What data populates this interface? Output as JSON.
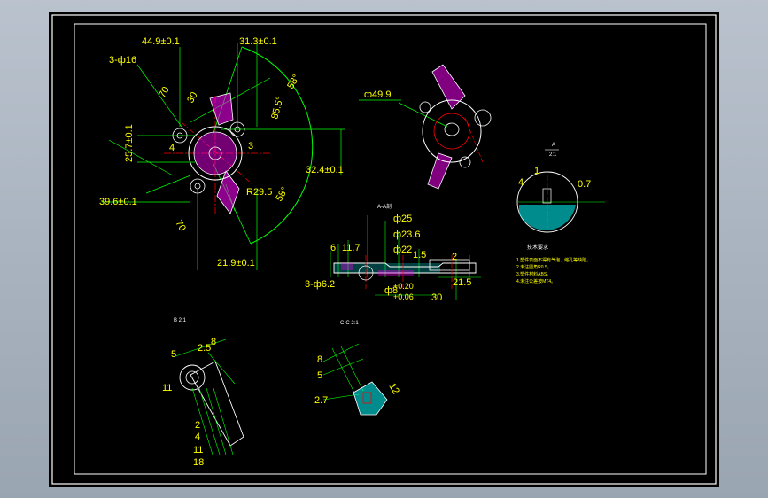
{
  "colors": {
    "background": "#000000",
    "frame": "#ffffff",
    "dimension": "#ffff00",
    "extension": "#00ff00",
    "centerline": "#ff0000",
    "hatch": "#ff00ff",
    "section_hatch": "#00ffff"
  },
  "main_view": {
    "dims": {
      "d1": "44.9±0.1",
      "d2": "31.3±0.1",
      "d3": "3-ф16",
      "d4": "70",
      "d5": "30",
      "d6": "85.5°",
      "d7": "58°",
      "d8": "4",
      "d9": "25.7±0.1",
      "d10": "3",
      "d11": "32.4±0.1",
      "d12": "R29.5",
      "d13": "39.6±0.1",
      "d14": "70",
      "d15": "58°",
      "d16": "21.9±0.1"
    }
  },
  "iso_view": {
    "dims": {
      "d1": "ф49.9"
    }
  },
  "section_view": {
    "title": "A-A剖",
    "dims": {
      "d1": "ф25",
      "d2": "ф23.6",
      "d3": "ф22",
      "d4": "6",
      "d5": "11.7",
      "d6": "1.5",
      "d7": "2",
      "d8": "3-ф6.2",
      "d9": "ф8",
      "d10": "+0.20",
      "d11": "+0.06",
      "d12": "21.5",
      "d13": "30"
    }
  },
  "detail_a": {
    "title": "A",
    "scale": "2:1",
    "dims": {
      "d1": "1",
      "d2": "4",
      "d3": "0.7"
    }
  },
  "tech_notes": {
    "title": "技术要求",
    "lines": [
      "1.塑件表面不得有气泡、缩孔等缺陷。",
      "2.未注圆角R0.5。",
      "3.塑件材料ABS。",
      "4.未注公差按MT4。"
    ]
  },
  "detail_b": {
    "title": "B 2:1",
    "dims": {
      "d1": "2.5",
      "d2": "8",
      "d3": "5",
      "d4": "11",
      "d5": "2",
      "d6": "4",
      "d7": "11",
      "d8": "18"
    }
  },
  "section_c": {
    "title": "C-C 2:1",
    "dims": {
      "d1": "8",
      "d2": "5",
      "d3": "2.7",
      "d4": "12"
    }
  }
}
